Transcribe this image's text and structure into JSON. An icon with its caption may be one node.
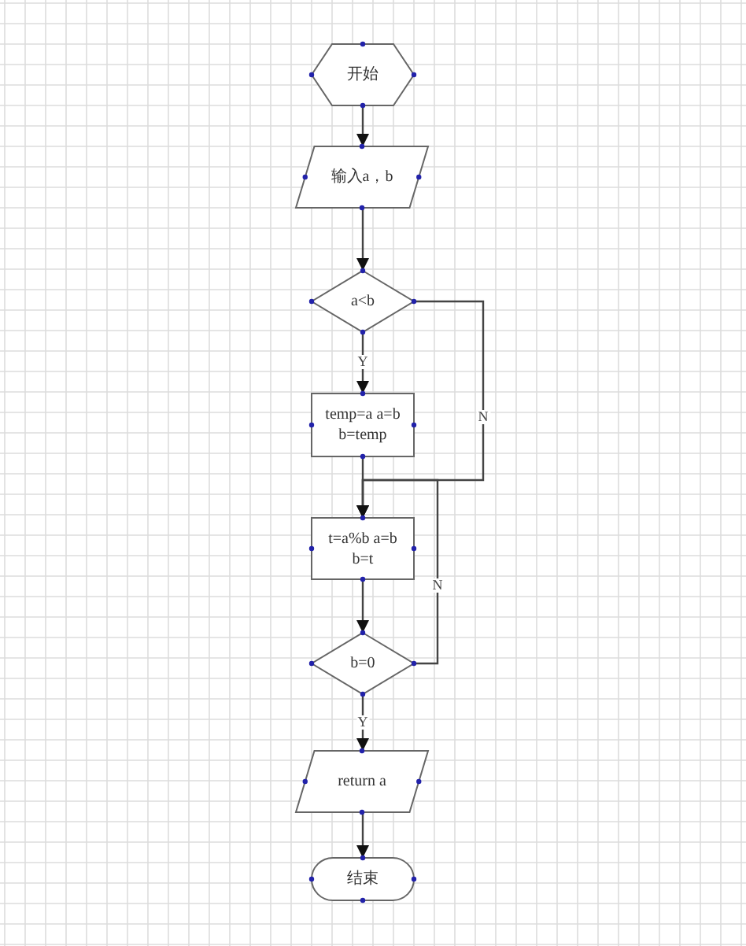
{
  "diagram": {
    "nodes": [
      {
        "text": [
          "开始"
        ]
      },
      {
        "text": [
          "输入a，b"
        ]
      },
      {
        "text": [
          "a<b"
        ]
      },
      {
        "text": [
          "temp=a a=b b=temp"
        ]
      },
      {
        "text": [
          "t=a%b a=b b=t"
        ]
      },
      {
        "text": [
          "b=0"
        ]
      },
      {
        "text": [
          "return a"
        ]
      },
      {
        "text": [
          "结束"
        ]
      }
    ],
    "edges": [
      {
        "from": 0,
        "to": 1,
        "arrow": "to"
      },
      {
        "from": 1,
        "to": 2,
        "arrow": "to"
      },
      {
        "from": 2,
        "to": 3,
        "arrow": "to",
        "label": "Y"
      },
      {
        "from": 3,
        "to": 4,
        "arrow": "to"
      },
      {
        "from": 2,
        "to": 4,
        "arrow": "to",
        "label": "N"
      },
      {
        "from": 4,
        "to": 5,
        "arrow": "to"
      },
      {
        "from": 5,
        "to": 4,
        "arrow": "to",
        "label": "N"
      },
      {
        "from": 5,
        "to": 6,
        "arrow": "to",
        "label": "Y"
      },
      {
        "from": 6,
        "to": 7,
        "arrow": "to"
      }
    ]
  }
}
